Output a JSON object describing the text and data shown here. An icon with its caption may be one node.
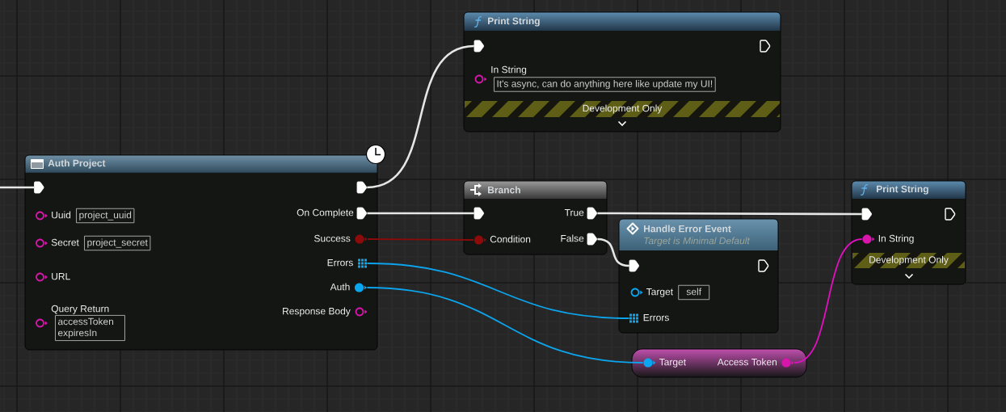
{
  "diagram": {
    "nodes": [
      {
        "text": [
          "Print String"
        ]
      },
      {
        "text": [],
        "shape": "pentagon",
        "in": 0
      },
      {
        "text": [],
        "shape": "pentagon",
        "in": 0
      },
      {
        "text": [
          "In String",
          "It's async, can do anything here like update my UI!"
        ],
        "in": 0
      },
      {
        "text": [
          "Development Only"
        ],
        "in": 0
      },
      {
        "text": [
          "Auth Project"
        ]
      },
      {
        "text": [],
        "shape": "pentagon",
        "in": 5
      },
      {
        "text": [],
        "shape": "pentagon",
        "in": 5
      },
      {
        "text": [
          "Uuid",
          "project_uuid"
        ],
        "in": 5
      },
      {
        "text": [
          "On Complete"
        ],
        "in": 5
      },
      {
        "text": [
          "Secret",
          "project_secret"
        ],
        "in": 5
      },
      {
        "text": [
          "Success"
        ],
        "in": 5
      },
      {
        "text": [
          "Errors"
        ],
        "in": 5
      },
      {
        "text": [
          "URL"
        ],
        "in": 5
      },
      {
        "text": [
          "Auth"
        ],
        "in": 5
      },
      {
        "text": [
          "Query Return",
          "accessToken expiresIn"
        ],
        "in": 5
      },
      {
        "text": [
          "Response Body"
        ],
        "in": 5
      },
      {
        "text": [
          "Branch"
        ]
      },
      {
        "text": [],
        "shape": "pentagon",
        "in": 17
      },
      {
        "text": [
          "True"
        ],
        "in": 17
      },
      {
        "text": [
          "Condition"
        ],
        "in": 17
      },
      {
        "text": [
          "False"
        ],
        "in": 17
      },
      {
        "text": [
          "Handle Error Event",
          "Target is Minimal Default"
        ]
      },
      {
        "text": [],
        "shape": "pentagon",
        "in": 22
      },
      {
        "text": [],
        "shape": "pentagon",
        "in": 22
      },
      {
        "text": [
          "Target",
          "self"
        ],
        "in": 22
      },
      {
        "text": [
          "Errors"
        ],
        "in": 22
      },
      {
        "text": [
          "Print String"
        ]
      },
      {
        "text": [],
        "shape": "pentagon",
        "in": 27
      },
      {
        "text": [],
        "shape": "pentagon",
        "in": 27
      },
      {
        "text": [
          "In String"
        ],
        "in": 27
      },
      {
        "text": [
          "Development Only"
        ],
        "in": 27
      },
      {
        "text": [],
        "shape": "box"
      },
      {
        "text": [
          "Target"
        ],
        "in": 32
      },
      {
        "text": [
          "Access Token"
        ],
        "in": 32
      }
    ],
    "edges": [
      {
        "from": null,
        "to": 6,
        "arrow": "none"
      },
      {
        "from": 7,
        "to": 1,
        "arrow": "none"
      },
      {
        "from": 9,
        "to": 18,
        "arrow": "none"
      },
      {
        "from": 11,
        "to": 20,
        "arrow": "none",
        "color": "#8b0a0a"
      },
      {
        "from": 12,
        "to": 26,
        "arrow": "none",
        "color": "#0ca4ec"
      },
      {
        "from": 14,
        "to": 33,
        "arrow": "none",
        "color": "#0ca4ec"
      },
      {
        "from": 19,
        "to": 28,
        "arrow": "none"
      },
      {
        "from": 21,
        "to": 23,
        "arrow": "none"
      },
      {
        "from": 34,
        "to": 30,
        "arrow": "none",
        "color": "#e010c0"
      }
    ]
  }
}
